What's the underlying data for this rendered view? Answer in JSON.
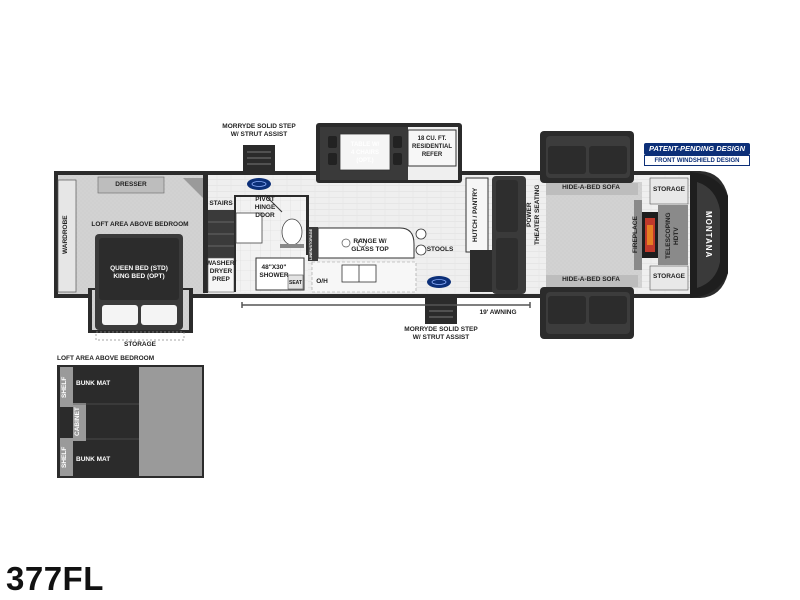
{
  "model": "377FL",
  "badge": {
    "line1": "PATENT-PENDING DESIGN",
    "line2": "FRONT WINDSHIELD DESIGN"
  },
  "brand": "MONTANA",
  "labels": {
    "step_top": "MORRYDE SOLID STEP\nW/ STRUT ASSIST",
    "step_bottom": "MORRYDE SOLID STEP\nW/ STRUT ASSIST",
    "table": "TABLE W/\n4 CHAIRS\n(OPT.)",
    "refer": "18 CU. FT.\nRESIDENTIAL\nREFER",
    "dresser": "DRESSER",
    "wardrobe": "WARDROBE",
    "loft_above": "LOFT AREA ABOVE BEDROOM",
    "bed": "QUEEN BED (STD)\nKING BED (OPT)",
    "storage_bed": "STORAGE",
    "stairs": "STAIRS",
    "pivot": "PIVOT\nHINGE\nDOOR",
    "washer": "WASHER/\nDRYER\nPREP",
    "shower": "48\"X30\"\nSHOWER",
    "seat": "SEAT",
    "linen": "LINEN/STORAGE",
    "range": "RANGE W/\nGLASS TOP",
    "oh": "O/H",
    "stools": "STOOLS",
    "hutch": "HUTCH / PANTRY",
    "theater": "POWER\nTHEATER SEATING",
    "sofa_top": "HIDE-A-BED SOFA",
    "sofa_bottom": "HIDE-A-BED SOFA",
    "storage_top": "STORAGE",
    "storage_bottom": "STORAGE",
    "fireplace": "FIREPLACE",
    "tv": "TELESCOPING\nHDTV",
    "awning": "19' AWNING",
    "loft_title": "LOFT AREA ABOVE BEDROOM",
    "shelf_top": "SHELF",
    "shelf_bottom": "SHELF",
    "cabinet": "CABINET",
    "bunk_top": "BUNK MAT",
    "bunk_bottom": "BUNK MAT"
  },
  "colors": {
    "wall": "#2b2b2b",
    "floor": "#ededed",
    "carpet": "#d4d4d4",
    "furniture": "#3a3a3a",
    "accent_blue": "#0c2f78"
  }
}
